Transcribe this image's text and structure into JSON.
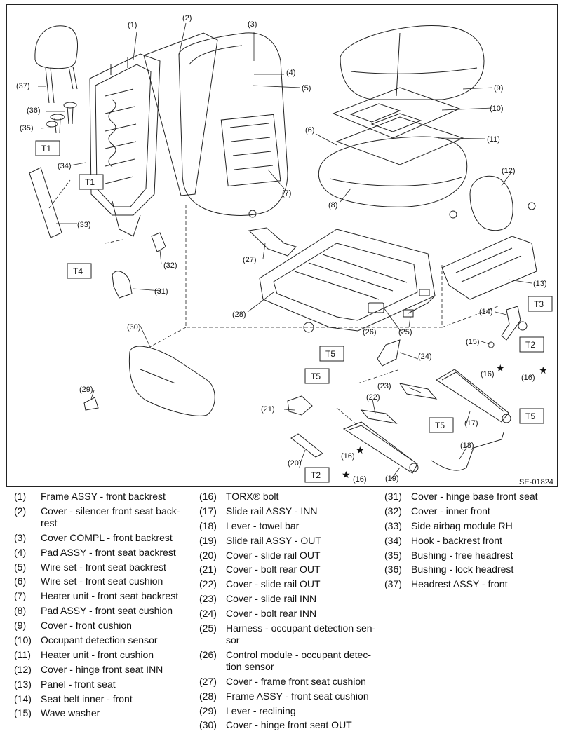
{
  "figure": {
    "figure_id": "SE-01824",
    "callouts": [
      "(1)",
      "(2)",
      "(3)",
      "(4)",
      "(5)",
      "(6)",
      "(7)",
      "(8)",
      "(9)",
      "(10)",
      "(11)",
      "(12)",
      "(13)",
      "(14)",
      "(15)",
      "(16)",
      "(16)",
      "(16)",
      "(16)",
      "(17)",
      "(18)",
      "(19)",
      "(20)",
      "(21)",
      "(22)",
      "(23)",
      "(24)",
      "(25)",
      "(26)",
      "(27)",
      "(28)",
      "(29)",
      "(30)",
      "(31)",
      "(32)",
      "(33)",
      "(34)",
      "(35)",
      "(36)",
      "(37)"
    ],
    "torque_boxes": [
      "T1",
      "T1",
      "T2",
      "T2",
      "T3",
      "T4",
      "T5",
      "T5",
      "T5",
      "T5"
    ]
  },
  "legend": {
    "columns": [
      [
        {
          "num": "(1)",
          "label": "Frame ASSY - front backrest"
        },
        {
          "num": "(2)",
          "label": "Cover - silencer front seat back-rest"
        },
        {
          "num": "(3)",
          "label": "Cover COMPL - front backrest"
        },
        {
          "num": "(4)",
          "label": "Pad ASSY - front seat backrest"
        },
        {
          "num": "(5)",
          "label": "Wire set - front seat backrest"
        },
        {
          "num": "(6)",
          "label": "Wire set - front seat cushion"
        },
        {
          "num": "(7)",
          "label": "Heater unit - front seat backrest"
        },
        {
          "num": "(8)",
          "label": "Pad ASSY - front seat cushion"
        },
        {
          "num": "(9)",
          "label": "Cover - front cushion"
        },
        {
          "num": "(10)",
          "label": "Occupant detection sensor"
        },
        {
          "num": "(11)",
          "label": "Heater unit - front cushion"
        },
        {
          "num": "(12)",
          "label": "Cover - hinge front seat INN"
        },
        {
          "num": "(13)",
          "label": "Panel - front seat"
        },
        {
          "num": "(14)",
          "label": "Seat belt inner - front"
        },
        {
          "num": "(15)",
          "label": "Wave washer"
        }
      ],
      [
        {
          "num": "(16)",
          "label": "TORX® bolt"
        },
        {
          "num": "(17)",
          "label": "Slide rail ASSY - INN"
        },
        {
          "num": "(18)",
          "label": "Lever - towel bar"
        },
        {
          "num": "(19)",
          "label": "Slide rail ASSY - OUT"
        },
        {
          "num": "(20)",
          "label": "Cover - slide rail OUT"
        },
        {
          "num": "(21)",
          "label": "Cover - bolt rear OUT"
        },
        {
          "num": "(22)",
          "label": "Cover - slide rail OUT"
        },
        {
          "num": "(23)",
          "label": "Cover - slide rail INN"
        },
        {
          "num": "(24)",
          "label": "Cover - bolt rear INN"
        },
        {
          "num": "(25)",
          "label": "Harness - occupant detection sen-sor"
        },
        {
          "num": "(26)",
          "label": "Control module - occupant detec-tion sensor"
        },
        {
          "num": "(27)",
          "label": "Cover - frame front seat cushion"
        },
        {
          "num": "(28)",
          "label": "Frame ASSY - front seat cushion"
        },
        {
          "num": "(29)",
          "label": "Lever - reclining"
        },
        {
          "num": "(30)",
          "label": "Cover - hinge front seat OUT"
        }
      ],
      [
        {
          "num": "(31)",
          "label": "Cover - hinge base front seat"
        },
        {
          "num": "(32)",
          "label": "Cover - inner front"
        },
        {
          "num": "(33)",
          "label": "Side airbag module RH"
        },
        {
          "num": "(34)",
          "label": "Hook - backrest front"
        },
        {
          "num": "(35)",
          "label": "Bushing - free headrest"
        },
        {
          "num": "(36)",
          "label": "Bushing - lock headrest"
        },
        {
          "num": "(37)",
          "label": "Headrest ASSY - front"
        }
      ]
    ]
  }
}
